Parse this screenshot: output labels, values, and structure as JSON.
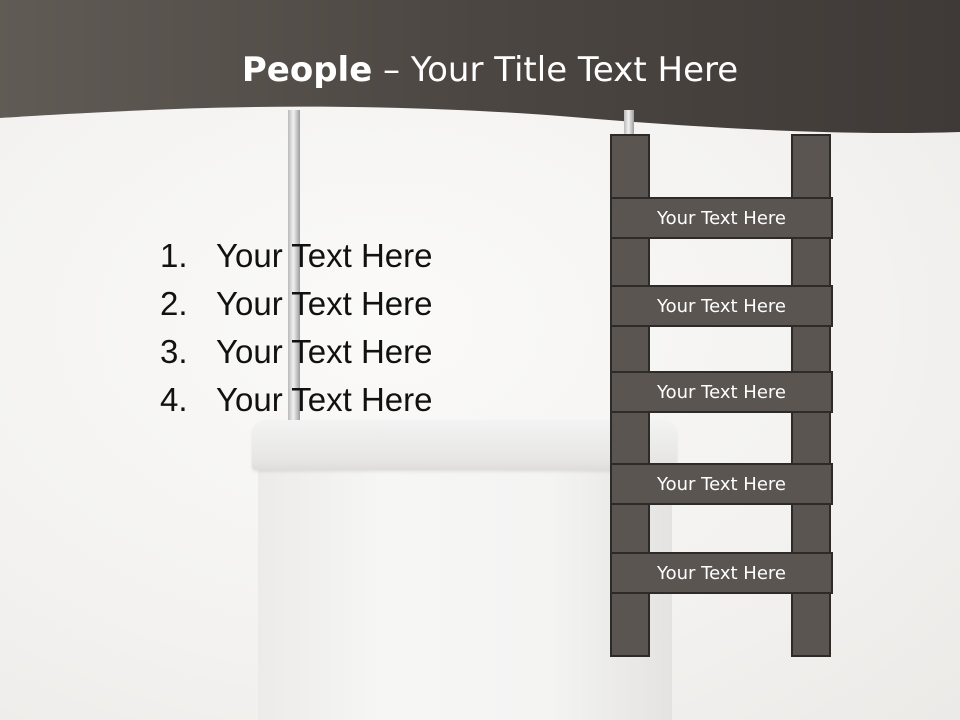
{
  "title": {
    "bold": "People",
    "rest": " – Your Title Text Here"
  },
  "list": [
    {
      "number": "1.",
      "text": "Your Text Here"
    },
    {
      "number": "2.",
      "text": "Your Text Here"
    },
    {
      "number": "3.",
      "text": "Your Text Here"
    },
    {
      "number": "4.",
      "text": "Your Text Here"
    }
  ],
  "ladder": {
    "rungs": [
      "Your Text Here",
      "Your Text Here",
      "Your Text Here",
      "Your Text Here",
      "Your Text Here"
    ]
  },
  "colors": {
    "header": "#4a4541",
    "ladder_fill": "#5b5551",
    "ladder_stroke": "#2e2a27",
    "background": "#f4f3f1"
  }
}
